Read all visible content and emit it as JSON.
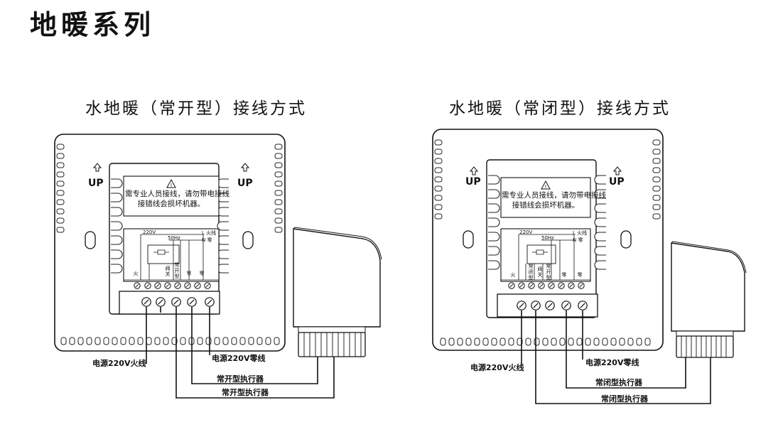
{
  "page_title": "地暖系列",
  "diagrams": [
    {
      "title": "水地暖（常开型）接线方式",
      "up_label": "UP",
      "warning_line1": "需专业人员接线，请勿带电接线",
      "warning_line2": "接错线会损坏机器。",
      "voltage": "220V",
      "frequency": "50Hz",
      "line_L": "L 火线",
      "line_N": "N 零",
      "terminal_labels": [
        "火",
        "阀关",
        "常开型",
        "零",
        "零"
      ],
      "live_wire_label": "电源220V火线",
      "neutral_wire_label": "电源220V零线",
      "actuator_label_1": "常开型执行器",
      "actuator_label_2": "常开型执行器"
    },
    {
      "title": "水地暖（常闭型）接线方式",
      "up_label": "UP",
      "warning_line1": "需专业人员接线，请勿带电接线",
      "warning_line2": "接错线会损坏机器。",
      "voltage": "220V",
      "frequency": "50Hz",
      "line_L": "L 火线",
      "line_N": "N 零",
      "terminal_labels": [
        "火",
        "常闭型",
        "阀关",
        "常开型",
        "零",
        "零"
      ],
      "live_wire_label": "电源220V火线",
      "neutral_wire_label": "电源220V零线",
      "actuator_label_1": "常闭型执行器",
      "actuator_label_2": "常闭型执行器"
    }
  ]
}
